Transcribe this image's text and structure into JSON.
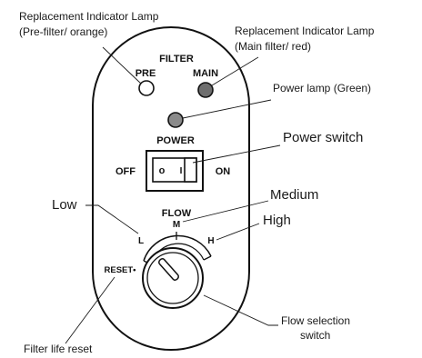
{
  "callouts": {
    "pre_lamp_line1": "Replacement Indicator Lamp",
    "pre_lamp_line2": "(Pre-filter/ orange)",
    "main_lamp_line1": "Replacement Indicator Lamp",
    "main_lamp_line2": "(Main filter/ red)",
    "power_lamp": "Power lamp (Green)",
    "power_switch": "Power switch",
    "low": "Low",
    "medium": "Medium",
    "high": "High",
    "flow_switch_line1": "Flow selection",
    "flow_switch_line2": "switch",
    "filter_reset": "Filter life reset"
  },
  "panel": {
    "filter_label": "FILTER",
    "pre_label": "PRE",
    "main_label": "MAIN",
    "power_label": "POWER",
    "off_label": "OFF",
    "on_label": "ON",
    "switch_off_mark": "o",
    "switch_on_mark": "I",
    "flow_label": "FLOW",
    "flow_m": "M",
    "flow_l": "L",
    "flow_h": "H",
    "reset_label": "RESET•"
  },
  "colors": {
    "pre_lamp": "#ffffff",
    "main_lamp": "#6e6e6e",
    "power_lamp": "#8a8a8a"
  }
}
